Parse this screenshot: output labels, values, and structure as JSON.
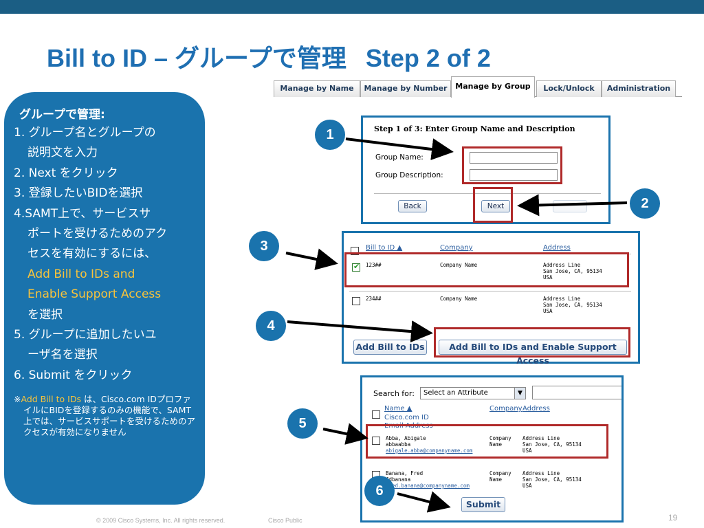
{
  "title": {
    "main": "Bill to ID – グループで管理",
    "step": "Step 2 of 2"
  },
  "panel": {
    "heading": "グループで管理:",
    "steps": [
      {
        "num": "1.",
        "text": "グループ名とグループの",
        "cont": "説明文を入力"
      },
      {
        "num": "2.",
        "text": "Next をクリック"
      },
      {
        "num": "3.",
        "text": "登録したいBIDを選択"
      },
      {
        "num": "4.",
        "text": "SAMT上で、サービスサ",
        "cont1": "ポートを受けるためのアク",
        "cont2": "セスを有効にするには、",
        "hl1": "Add Bill to IDs and",
        "hl2": "Enable Support Access",
        "cont3": "を選択"
      },
      {
        "num": "5.",
        "text": "グループに追加したいユ",
        "cont": "ーザ名を選択"
      },
      {
        "num": "6.",
        "text": " Submit をクリック"
      }
    ],
    "note": {
      "mark": "※",
      "hl": "Add Bill to IDs",
      "text": " は、Cisco.com IDプロファイルにBIDを登録するのみの機能で、SAMT上では、サービスサポートを受けるためのアクセスが有効になりません"
    }
  },
  "tabs": [
    "Manage by Name",
    "Manage by Number",
    "Manage by Group",
    "Lock/Unlock",
    "Administration"
  ],
  "step1": {
    "title": "Step 1 of 3: Enter Group Name and Description",
    "group_name_label": "Group Name:",
    "group_desc_label": "Group Description:",
    "back": "Back",
    "next": "Next"
  },
  "bid_table": {
    "headers": [
      "Bill to ID ▲",
      "Company",
      "Address"
    ],
    "rows": [
      {
        "id": "123##",
        "company": "Company Name",
        "address": "Address Line\nSan Jose, CA, 95134\nUSA",
        "checked": true
      },
      {
        "id": "234##",
        "company": "Company Name",
        "address": "Address Line\nSan Jose, CA, 95134\nUSA",
        "checked": false
      }
    ],
    "add_button": "Add Bill to IDs",
    "add_enable_button": "Add Bill to IDs and Enable Support Access"
  },
  "user_search": {
    "search_label": "Search for:",
    "select_value": "Select an Attribute",
    "headers": {
      "name": "Name ▲",
      "ccoid": "Cisco.com ID",
      "email": "Email Address",
      "company": "Company",
      "address": "Address"
    },
    "rows": [
      {
        "name": "Abba, Abigale",
        "id": "abbaabba",
        "email": "abigale.abba@companyname.com",
        "company": "Company\nName",
        "address": "Address Line\nSan Jose, CA, 95134\nUSA"
      },
      {
        "name": "Banana, Fred",
        "id": "fdbanana",
        "email": "fred.banana@companyname.com",
        "company": "Company\nName",
        "address": "Address Line\nSan Jose, CA, 95134\nUSA"
      }
    ],
    "submit": "Submit"
  },
  "badges": [
    "1",
    "2",
    "3",
    "4",
    "5",
    "6"
  ],
  "footer": {
    "copyright": "© 2009 Cisco Systems, Inc. All rights reserved.",
    "public": "Cisco Public",
    "page": "19"
  }
}
